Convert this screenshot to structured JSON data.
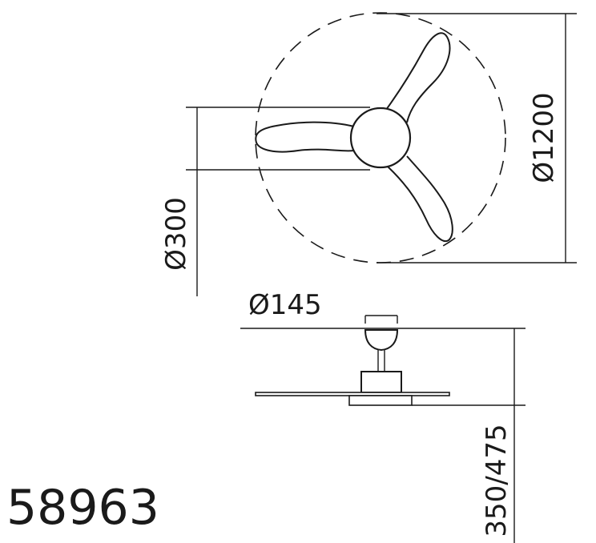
{
  "dimensions": {
    "span_diameter": "Ø1200",
    "hub_span_diameter": "Ø300",
    "canopy_diameter": "Ø145",
    "drop_height": "350/475"
  },
  "model_number": "58963",
  "colors": {
    "line": "#1a1a1a",
    "background": "#ffffff"
  }
}
